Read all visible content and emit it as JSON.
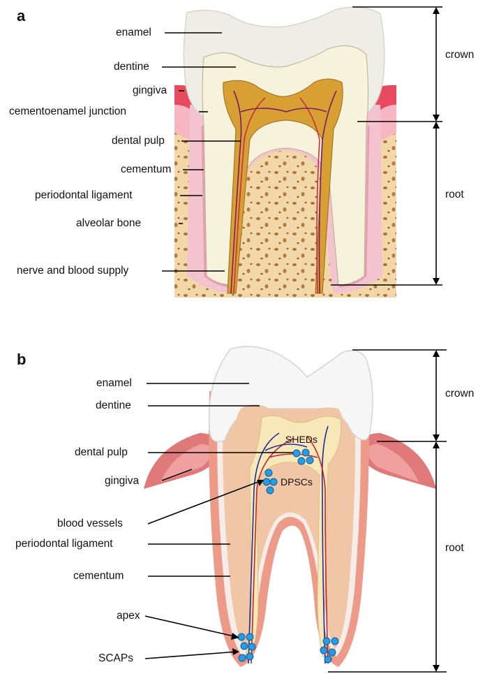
{
  "panel_a": {
    "letter": "a",
    "labels": {
      "enamel": "enamel",
      "dentine": "dentine",
      "gingiva": "gingiva",
      "cej": "cementoenamel junction",
      "pulp": "dental pulp",
      "cementum": "cementum",
      "pdl": "periodontal ligament",
      "bone": "alveolar bone",
      "nerve": "nerve and blood supply"
    },
    "crown": "crown",
    "root": "root"
  },
  "panel_b": {
    "letter": "b",
    "labels": {
      "enamel": "enamel",
      "dentine": "dentine",
      "pulp": "dental pulp",
      "gingiva": "gingiva",
      "vessels": "blood vessels",
      "pdl": "periodontal ligament",
      "cementum": "cementum",
      "apex": "apex",
      "scaps": "SCAPs"
    },
    "cells": {
      "sheds": "SHEDs",
      "dpscs": "DPSCs"
    },
    "crown": "crown",
    "root": "root"
  },
  "colors": {
    "enamel": "#efeee6",
    "dentine": "#f6f2dc",
    "pulp": "#d8a032",
    "gingiva": "#e84a5f",
    "bone": "#f2d8a8",
    "pdl": "#f3c3cf",
    "b_dentine": "#f1c6a6",
    "b_gingiva": "#e07a7a",
    "stem_cell": "#2a9be0"
  }
}
